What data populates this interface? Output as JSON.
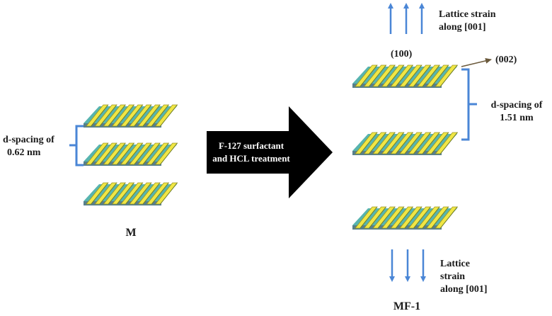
{
  "left": {
    "spacing_label_line1": "d-spacing of",
    "spacing_label_line2": "0.62 nm",
    "sample_label": "M"
  },
  "arrow": {
    "line1": "F-127 surfactant",
    "line2": "and HCL treatment"
  },
  "right": {
    "top_strain_line1": "Lattice strain",
    "top_strain_line2": "along [001]",
    "plane_100": "(100)",
    "plane_002": "(002)",
    "spacing_label_line1": "d-spacing of",
    "spacing_label_line2": "1.51 nm",
    "bottom_strain_line1": "Lattice",
    "bottom_strain_line2": "strain",
    "bottom_strain_line3": "along [001]",
    "sample_label": "MF-1"
  },
  "colors": {
    "bracket_and_strain_arrows": "#4a86d6",
    "process_arrow": "#000000",
    "fiber_yellow": "#f0e645",
    "fiber_teal": "#3aa7a1",
    "fiber_dark": "#2d5f6e"
  }
}
